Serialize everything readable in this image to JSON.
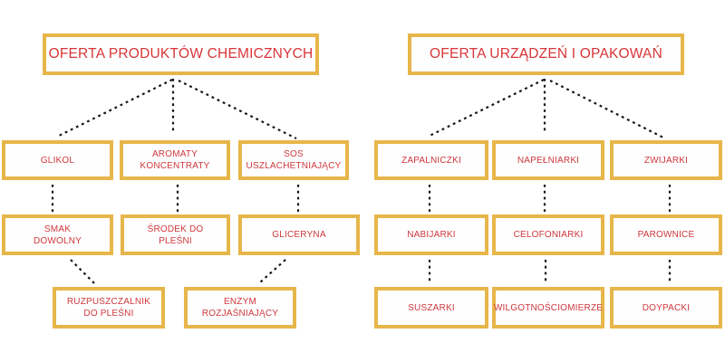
{
  "page": {
    "background": "#ffffff",
    "box_border_color": "#e7b64a",
    "text_color": "#cf383d",
    "title_text_color": "#d93538",
    "connector_color": "#161616",
    "connector_style": "dashed"
  },
  "left_tree": {
    "title": "OFERTA PRODUKTÓW CHEMICZNYCH",
    "level1": [
      "GLIKOL",
      "AROMATY\nKONCENTRATY",
      "SOS\nUSZLACHETNIAJĄCY"
    ],
    "level2": [
      "SMAK\nDOWOLNY",
      "ŚRODEK DO\nPLEŚNI",
      "GLICERYNA"
    ],
    "level3": [
      "RUZPUSZCZALNIK\nDO PLEŚNI",
      "ENZYM\nROZJAŚNIAJĄCY"
    ]
  },
  "right_tree": {
    "title": "OFERTA URZĄDZEŃ I OPAKOWAŃ",
    "level1": [
      "ZAPALNICZKI",
      "NAPEŁNIARKI",
      "ZWIJARKI"
    ],
    "level2": [
      "NABIJARKI",
      "CELOFONIARKI",
      "PAROWNICE"
    ],
    "level3": [
      "SUSZARKI",
      "WILGOTNOŚCIOMIERZE",
      "DOYPACKI"
    ]
  }
}
